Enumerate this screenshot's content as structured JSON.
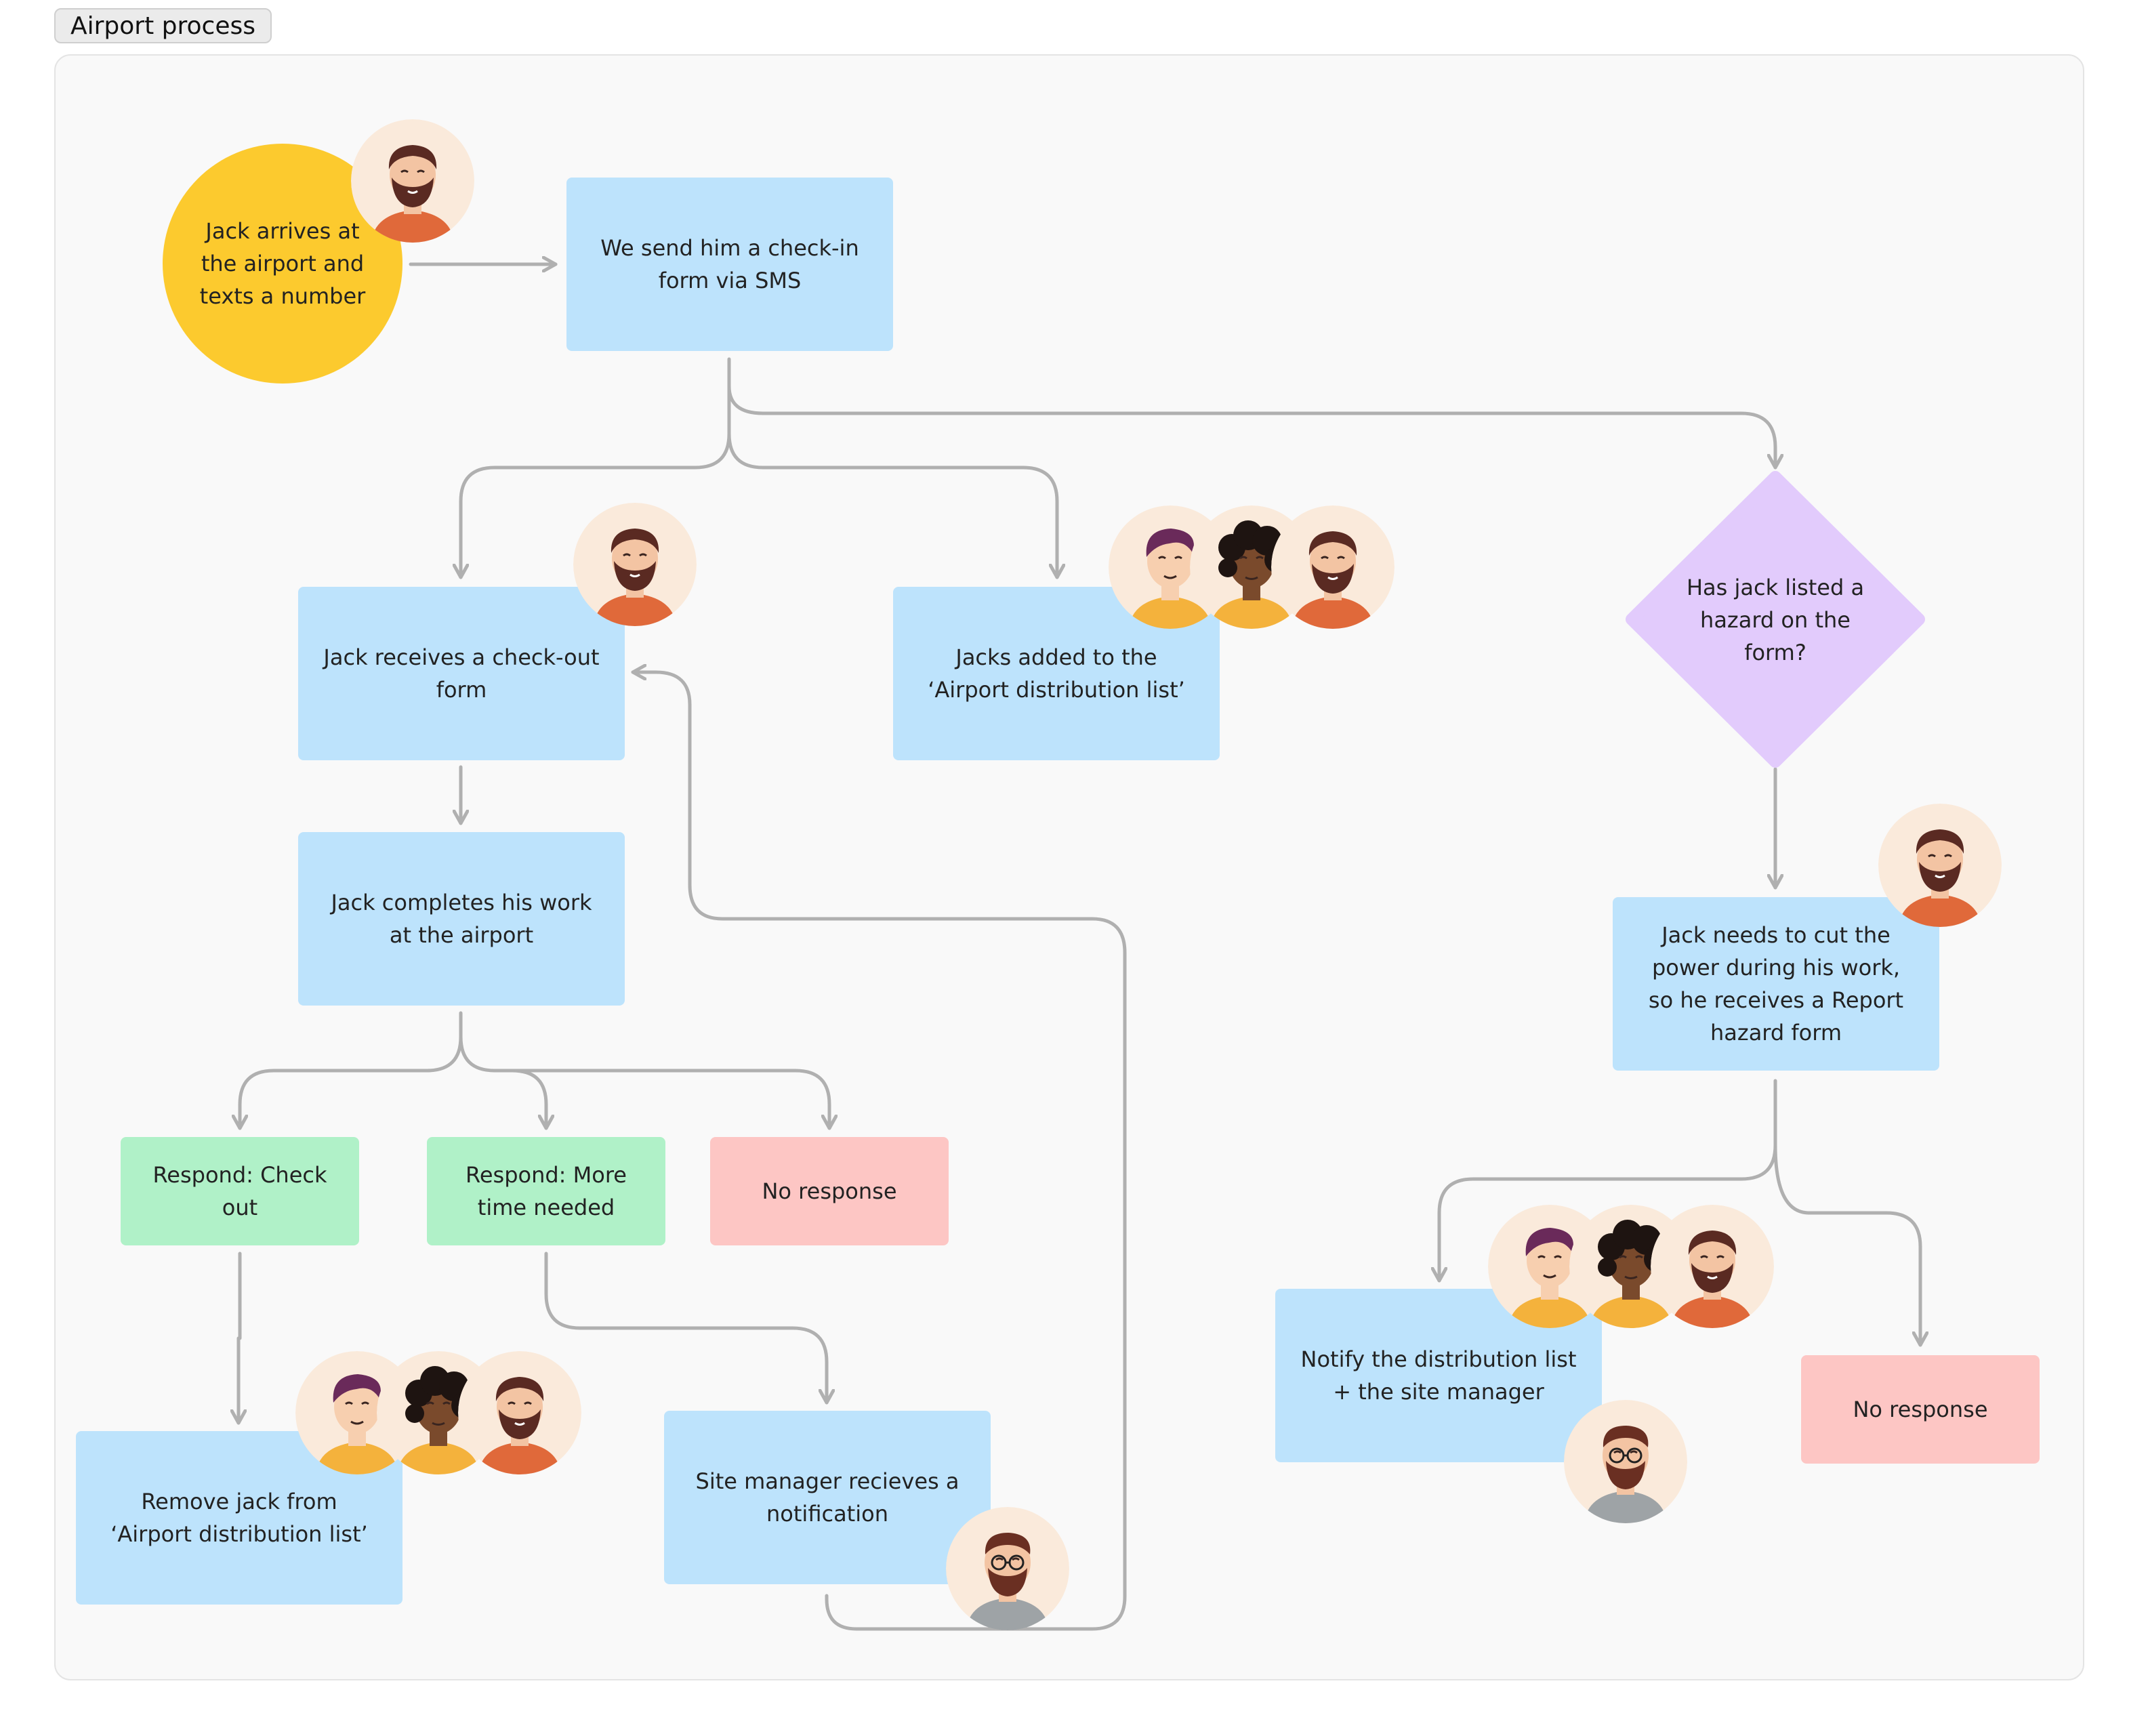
{
  "frame": {
    "title": "Airport process"
  },
  "nodes": {
    "start": "Jack arrives at the airport and texts a number",
    "send_checkin": "We send him a check-in form via SMS",
    "checkout_form": "Jack receives a check-out form",
    "added_list": "Jacks added to the ‘Airport distribution list’",
    "hazard_question": "Has jack listed a hazard on the form?",
    "completes_work": "Jack completes his work at the airport",
    "respond_checkout": "Respond: Check out",
    "respond_more_time": "Respond: More time needed",
    "no_response_1": "No response",
    "remove_jack": "Remove jack from ‘Airport distribution list’",
    "site_manager_notif": "Site manager recieves a notification",
    "cut_power": "Jack needs to cut the power during his work, so he receives a Report hazard form",
    "notify_list": "Notify the distribution list + the site manager",
    "no_response_2": "No response"
  },
  "colors": {
    "process": "#bde3fc",
    "positive": "#b0f1c8",
    "negative": "#fdc6c4",
    "start": "#fcca2e",
    "decision": "#e2cbfc",
    "connector": "#b0b0b0",
    "avatar_bg": "#faeadb"
  },
  "avatars": {
    "jack": "bearded-man-avatar",
    "group": [
      "purple-hair-man-avatar",
      "curly-hair-woman-avatar",
      "bearded-man-avatar"
    ],
    "site_manager": "glasses-man-avatar"
  }
}
